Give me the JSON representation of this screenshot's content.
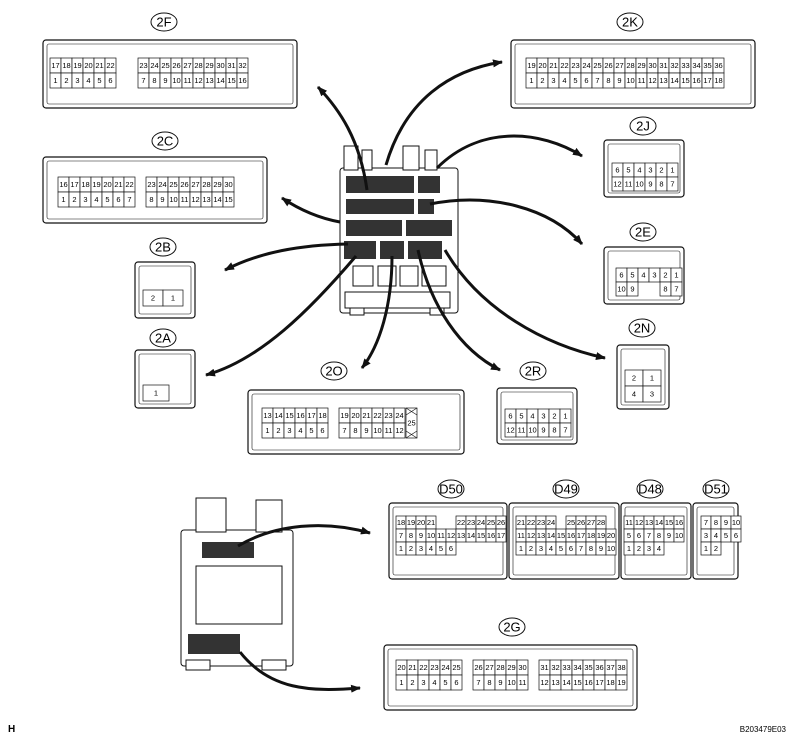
{
  "corner_label": "H",
  "figure_code": "B203479E03",
  "connectors": [
    {
      "id": "2F",
      "rows": [
        [
          "17",
          "18",
          "19",
          "20",
          "21",
          "22",
          "",
          "",
          "23",
          "24",
          "25",
          "26",
          "27",
          "28",
          "29",
          "30",
          "31",
          "32"
        ],
        [
          "1",
          "2",
          "3",
          "4",
          "5",
          "6",
          "",
          "",
          "7",
          "8",
          "9",
          "10",
          "11",
          "12",
          "13",
          "14",
          "15",
          "16"
        ]
      ]
    },
    {
      "id": "2K",
      "rows": [
        [
          "19",
          "20",
          "21",
          "22",
          "23",
          "24",
          "25",
          "26",
          "27",
          "28",
          "29",
          "30",
          "31",
          "32",
          "33",
          "34",
          "35",
          "36"
        ],
        [
          "1",
          "2",
          "3",
          "4",
          "5",
          "6",
          "7",
          "8",
          "9",
          "10",
          "11",
          "12",
          "13",
          "14",
          "15",
          "16",
          "17",
          "18"
        ]
      ]
    },
    {
      "id": "2C",
      "rows": [
        [
          "16",
          "17",
          "18",
          "19",
          "20",
          "21",
          "22",
          "",
          "23",
          "24",
          "25",
          "26",
          "27",
          "28",
          "29",
          "30"
        ],
        [
          "1",
          "2",
          "3",
          "4",
          "5",
          "6",
          "7",
          "",
          "8",
          "9",
          "10",
          "11",
          "12",
          "13",
          "14",
          "15"
        ]
      ]
    },
    {
      "id": "2J",
      "rows": [
        [
          "6",
          "5",
          "4",
          "3",
          "2",
          "1"
        ],
        [
          "12",
          "11",
          "10",
          "9",
          "8",
          "7"
        ]
      ]
    },
    {
      "id": "2E",
      "rows": [
        [
          "6",
          "5",
          "4",
          "3",
          "2",
          "1"
        ],
        [
          "10",
          "9",
          "",
          "",
          "8",
          "7"
        ]
      ]
    },
    {
      "id": "2B",
      "rows": [
        [
          "2",
          "1"
        ]
      ]
    },
    {
      "id": "2N",
      "rows": [
        [
          "2",
          "1"
        ],
        [
          "4",
          "3"
        ]
      ]
    },
    {
      "id": "2A",
      "rows": [
        [
          "1"
        ]
      ]
    },
    {
      "id": "2O",
      "rows": [
        [
          "13",
          "14",
          "15",
          "16",
          "17",
          "18",
          "",
          "19",
          "20",
          "21",
          "22",
          "23",
          "24"
        ],
        [
          "1",
          "2",
          "3",
          "4",
          "5",
          "6",
          "",
          "7",
          "8",
          "9",
          "10",
          "11",
          "12"
        ]
      ],
      "extra": "25"
    },
    {
      "id": "2R",
      "rows": [
        [
          "6",
          "5",
          "4",
          "3",
          "2",
          "1"
        ],
        [
          "12",
          "11",
          "10",
          "9",
          "8",
          "7"
        ]
      ]
    },
    {
      "id": "D50",
      "rows": [
        [
          "18",
          "19",
          "20",
          "21",
          "",
          "",
          "22",
          "23",
          "24",
          "25",
          "26"
        ],
        [
          "7",
          "8",
          "9",
          "10",
          "11",
          "12",
          "13",
          "14",
          "15",
          "16",
          "17"
        ],
        [
          "1",
          "2",
          "3",
          "4",
          "5",
          "6"
        ]
      ]
    },
    {
      "id": "D49",
      "rows": [
        [
          "21",
          "22",
          "23",
          "24",
          "",
          "25",
          "26",
          "27",
          "28"
        ],
        [
          "11",
          "12",
          "13",
          "14",
          "15",
          "16",
          "17",
          "18",
          "19",
          "20"
        ],
        [
          "1",
          "2",
          "3",
          "4",
          "5",
          "6",
          "7",
          "8",
          "9",
          "10"
        ]
      ]
    },
    {
      "id": "D48",
      "rows": [
        [
          "11",
          "12",
          "13",
          "14",
          "15",
          "16"
        ],
        [
          "5",
          "6",
          "7",
          "8",
          "9",
          "10"
        ],
        [
          "1",
          "2",
          "3",
          "4"
        ]
      ]
    },
    {
      "id": "D51",
      "rows": [
        [
          "7",
          "8",
          "9",
          "10"
        ],
        [
          "3",
          "4",
          "5",
          "6"
        ],
        [
          "1",
          "2"
        ]
      ]
    },
    {
      "id": "2G",
      "rows": [
        [
          "20",
          "21",
          "22",
          "23",
          "24",
          "25",
          "",
          "26",
          "27",
          "28",
          "29",
          "30",
          "",
          "31",
          "32",
          "33",
          "34",
          "35",
          "36",
          "37",
          "38"
        ],
        [
          "1",
          "2",
          "3",
          "4",
          "5",
          "6",
          "",
          "7",
          "8",
          "9",
          "10",
          "11",
          "",
          "12",
          "13",
          "14",
          "15",
          "16",
          "17",
          "18",
          "19"
        ]
      ]
    }
  ]
}
